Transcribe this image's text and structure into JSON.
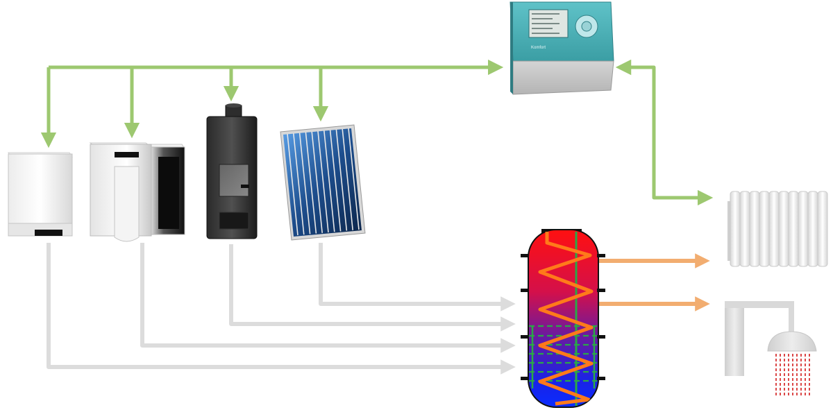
{
  "controller": {
    "brand_label": "Komfort",
    "screen_lines": [
      "",
      "",
      "",
      "",
      ""
    ]
  },
  "colors": {
    "control_line": "#9dc870",
    "return_line": "#dcdcdc",
    "hot_output": "#f2ad70",
    "coil": "#ff7a1a",
    "tank_top": "#ff1010",
    "tank_bottom": "#0a2cff",
    "controller_panel": "#45aab0",
    "collector_glass": "#1d4d8c",
    "shower_drops": "#d21a1a"
  },
  "devices": [
    {
      "id": "gas-boiler",
      "name": "boiler"
    },
    {
      "id": "pellet-boiler",
      "name": "pellet-boiler"
    },
    {
      "id": "wood-stove",
      "name": "stove"
    },
    {
      "id": "solar-collector",
      "name": "solar-collector"
    },
    {
      "id": "buffer-tank",
      "name": "buffer-tank"
    },
    {
      "id": "radiator",
      "name": "radiator"
    },
    {
      "id": "shower",
      "name": "shower"
    },
    {
      "id": "controller",
      "name": "controller"
    }
  ]
}
